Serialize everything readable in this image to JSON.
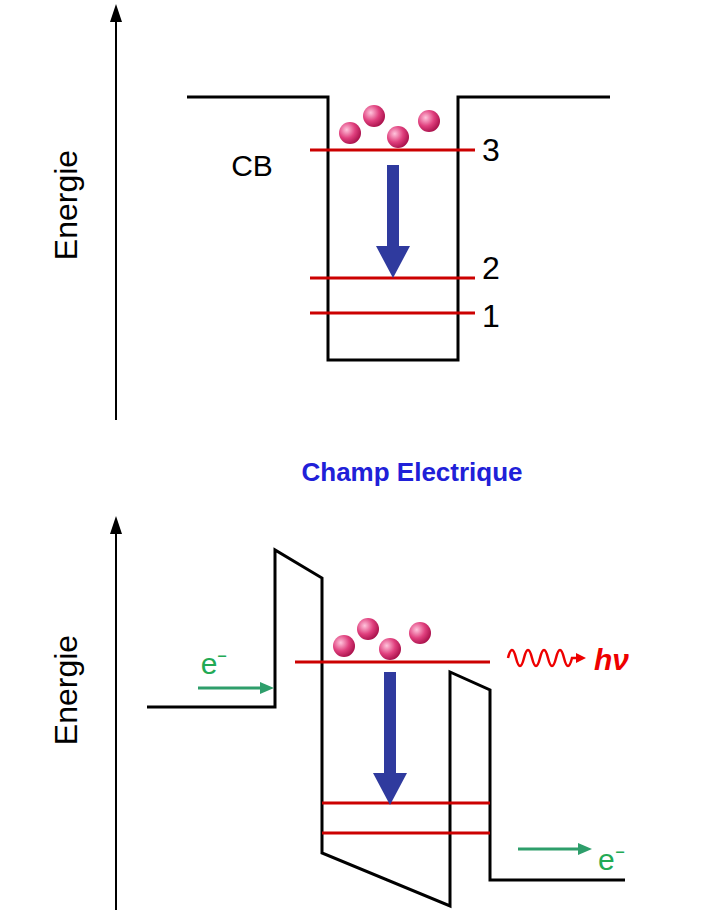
{
  "diagram": {
    "labels": [
      "Energie",
      "CB",
      "3",
      "2",
      "1",
      "Champ Electrique",
      "Energie",
      "e⁻",
      "hν",
      "e⁻"
    ]
  }
}
